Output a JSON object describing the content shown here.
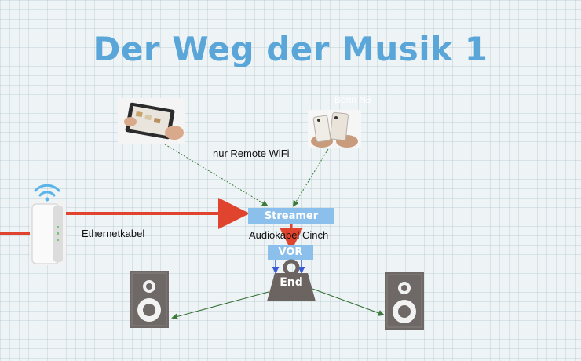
{
  "slide": {
    "title": "Der Weg der Musik 1",
    "phone_caption": "Bonn N8",
    "remote_label": "nur Remote WiFi",
    "ethernet_label": "Ethernetkabel",
    "audio_cable_label": "Audiokabel Cinch",
    "streamer_label": "Streamer",
    "preamp_label": "VOR",
    "power_amp_label": "End"
  },
  "colors": {
    "title": "#5aa6d8",
    "box": "#8cc0ec",
    "ethernet_arrow": "#e0442f",
    "remote_arrow": "#3c7a3c",
    "speaker_arrow": "#2e6b2e",
    "weight": "#6b6461"
  },
  "icons": [
    "tablet-icon",
    "smartphones-icon",
    "wifi-router-icon",
    "wifi-icon",
    "speaker-icon",
    "weight-icon"
  ]
}
